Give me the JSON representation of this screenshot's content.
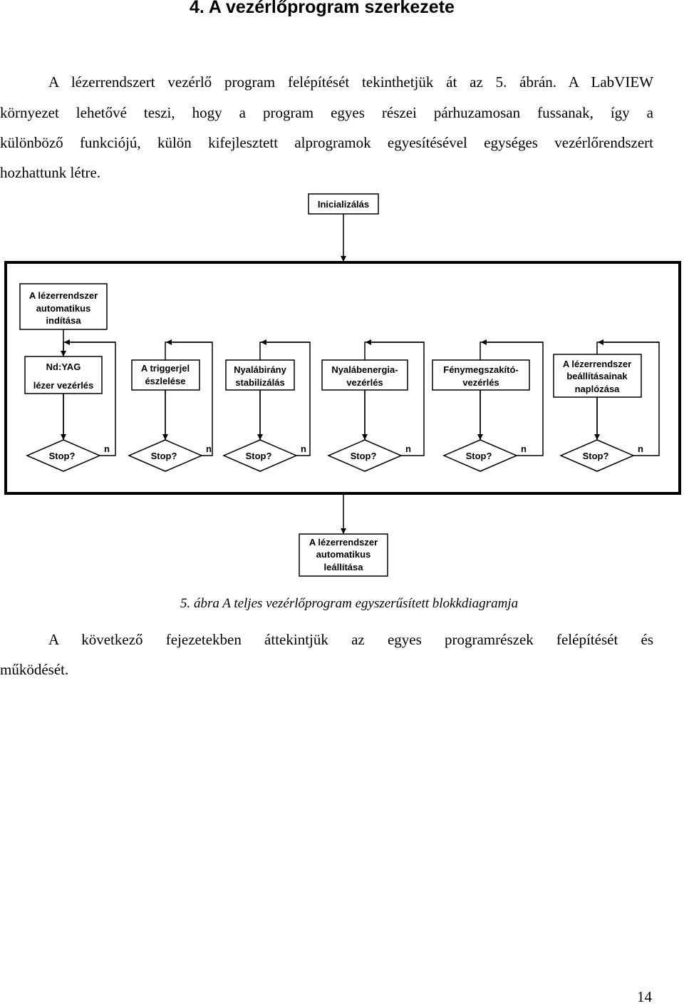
{
  "heading": "4.  A vezérlőprogram szerkezete",
  "intro_lines": [
    "A lézerrendszert vezérlő program felépítését tekinthetjük át az 5. ábrán. A LabVIEW",
    "környezet lehetővé teszi, hogy a program egyes részei párhuzamosan fussanak, így a",
    "különböző funkciójú, külön kifejlesztett alprogramok egyesítésével egységes vezérlőrendszert",
    "hozhattunk létre."
  ],
  "diagram": {
    "init": "Inicializálás",
    "start": [
      "A lézerrendszer",
      "automatikus",
      "indítása"
    ],
    "modules": [
      [
        "Nd:YAG",
        "lézer vezérlés"
      ],
      [
        "A triggerjel",
        "észlelése"
      ],
      [
        "Nyalábirány",
        "stabilizálás"
      ],
      [
        "Nyalábenergia-",
        "vezérlés"
      ],
      [
        "Fénymegszakító-",
        "vezérlés"
      ],
      [
        "A lézerrendszer",
        "beállításainak",
        "naplózása"
      ]
    ],
    "decision_label": "Stop?",
    "no_label": "n",
    "end": [
      "A lézerrendszer",
      "automatikus",
      "leállítása"
    ]
  },
  "caption": "5. ábra A teljes vezérlőprogram egyszerűsített blokkdiagramja",
  "outro_lines": [
    "A következő fejezetekben áttekintjük az egyes programrészek felépítését és",
    "működését."
  ],
  "page_number": "14"
}
